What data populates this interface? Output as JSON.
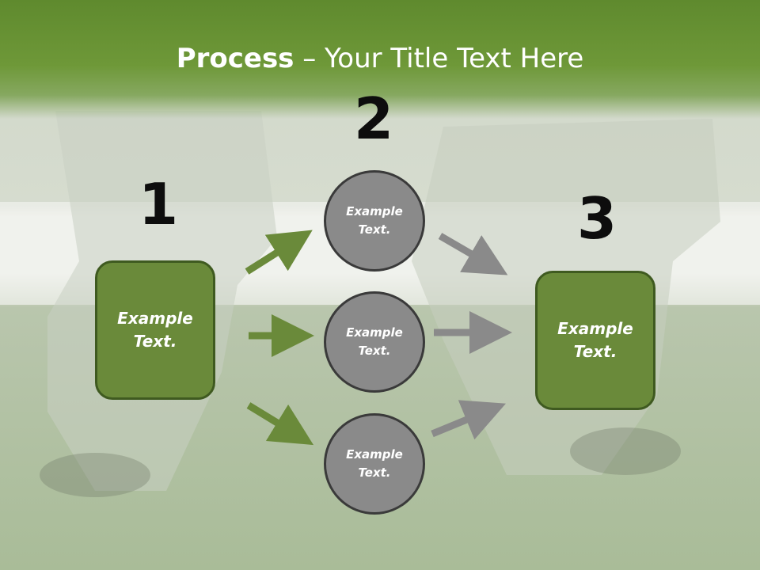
{
  "title": {
    "bold": "Process",
    "rest": " – Your Title Text Here"
  },
  "steps": [
    {
      "number": "1",
      "box_text_line1": "Example",
      "box_text_line2": "Text."
    },
    {
      "number": "2"
    },
    {
      "number": "3",
      "box_text_line1": "Example",
      "box_text_line2": "Text."
    }
  ],
  "circles": [
    {
      "line1": "Example",
      "line2": "Text."
    },
    {
      "line1": "Example",
      "line2": "Text."
    },
    {
      "line1": "Example",
      "line2": "Text."
    }
  ],
  "colors": {
    "title_band": "#6e9838",
    "box_fill": "#6a8a3a",
    "box_border": "#3f5a20",
    "circle_fill": "#8a8a8a",
    "circle_border": "#3a3a3a",
    "green_arrow": "#6a8a3a",
    "grey_arrow": "#8a8a8a"
  }
}
